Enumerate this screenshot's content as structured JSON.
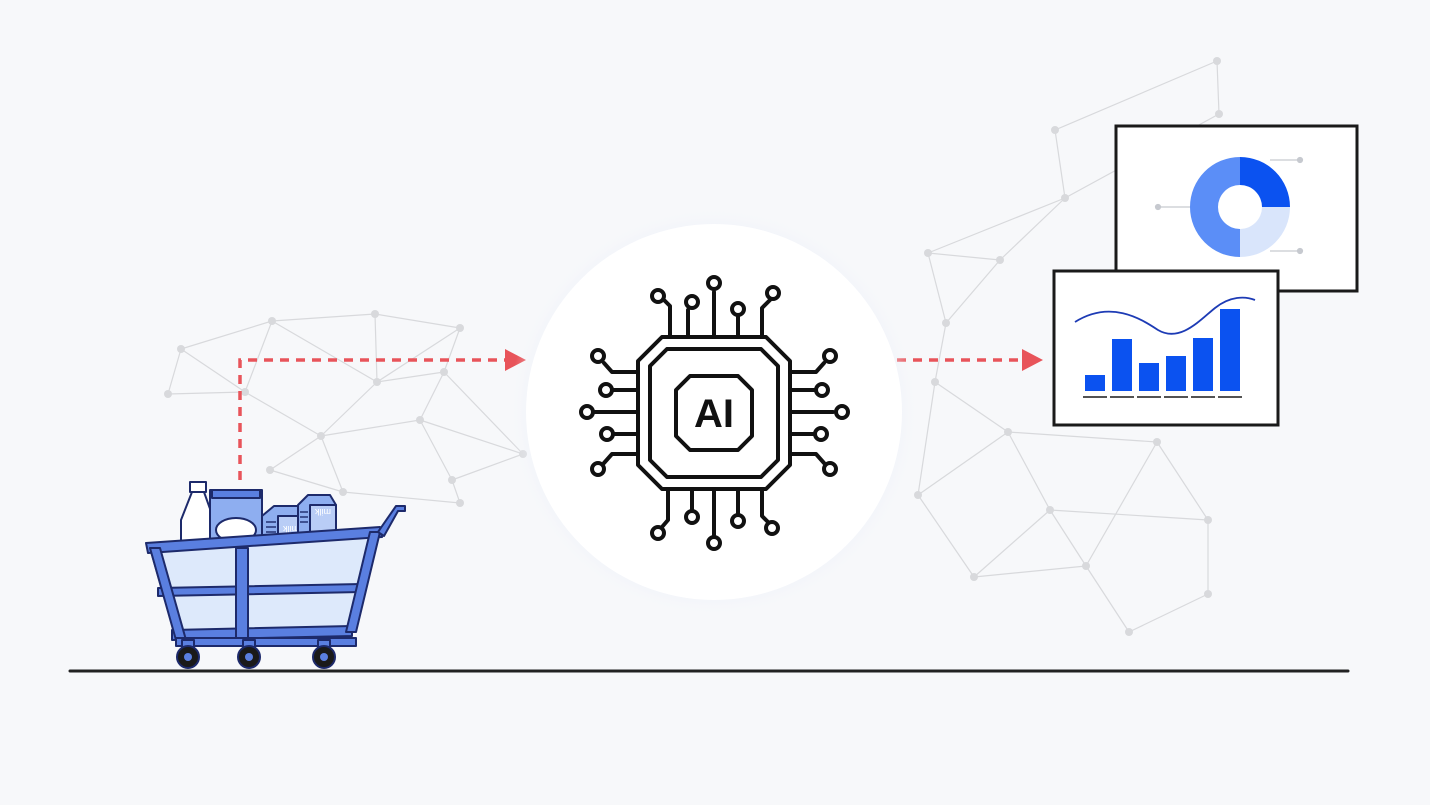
{
  "chip": {
    "label": "AI"
  },
  "cart": {
    "carton_label": "milk"
  },
  "colors": {
    "background": "#f7f8fa",
    "arrow": "#e8545a",
    "network": "#d8d9dc",
    "accent_blue": "#0b52f0",
    "mid_blue": "#5b8ef7",
    "light_blue": "#d9e5fb",
    "cart_blue": "#5a7fe0",
    "cart_fill": "#dde9fb",
    "outline": "#1a1a1a",
    "ground": "#222222"
  },
  "icons": {
    "cart": "shopping-cart-icon",
    "chip": "ai-chip-icon",
    "donut_panel": "donut-chart-icon",
    "bar_panel": "bar-chart-icon"
  },
  "chart_data": [
    {
      "type": "pie",
      "title": "",
      "slices": [
        {
          "name": "",
          "value": 25,
          "color": "#0b52f0"
        },
        {
          "name": "",
          "value": 25,
          "color": "#d9e5fb"
        },
        {
          "name": "",
          "value": 50,
          "color": "#5b8ef7"
        }
      ],
      "donut": true
    },
    {
      "type": "bar",
      "title": "",
      "categories": [
        "",
        "",
        "",
        "",
        "",
        ""
      ],
      "values": [
        0.16,
        0.52,
        0.28,
        0.35,
        0.53,
        0.82
      ],
      "ylim": [
        0,
        1
      ],
      "trend_line": true,
      "grid": false
    }
  ]
}
